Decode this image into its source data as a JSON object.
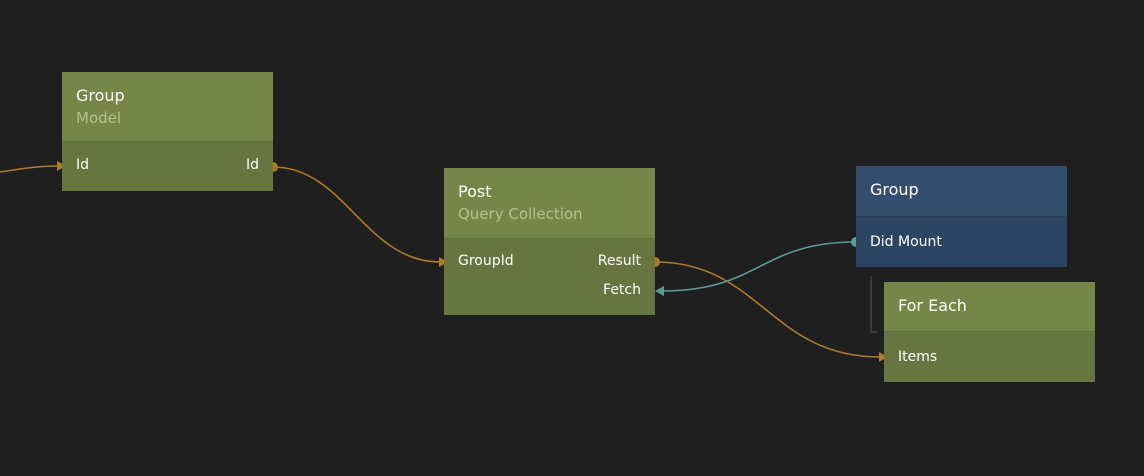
{
  "colors": {
    "canvas_bg": "#1f1f1f",
    "data_node": "#768548",
    "visual_node": "#344f6e",
    "wire_data": "#b07a27",
    "wire_signal": "#5a9b96"
  },
  "nodes": {
    "group_model": {
      "title": "Group",
      "subtitle": "Model",
      "input_port": "Id",
      "output_port": "Id"
    },
    "post_query": {
      "title": "Post",
      "subtitle": "Query Collection",
      "input_port": "GroupId",
      "output_result": "Result",
      "output_fetch": "Fetch"
    },
    "group_visual": {
      "title": "Group",
      "output_port": "Did Mount"
    },
    "for_each": {
      "title": "For Each",
      "input_port": "Items"
    }
  },
  "connections": [
    {
      "from": "external",
      "to": "Group.Id",
      "kind": "data"
    },
    {
      "from": "Group.Id",
      "to": "Post.GroupId",
      "kind": "data"
    },
    {
      "from": "Post.Result",
      "to": "For Each.Items",
      "kind": "data"
    },
    {
      "from": "Group.Did Mount",
      "to": "Post.Fetch",
      "kind": "signal"
    }
  ]
}
